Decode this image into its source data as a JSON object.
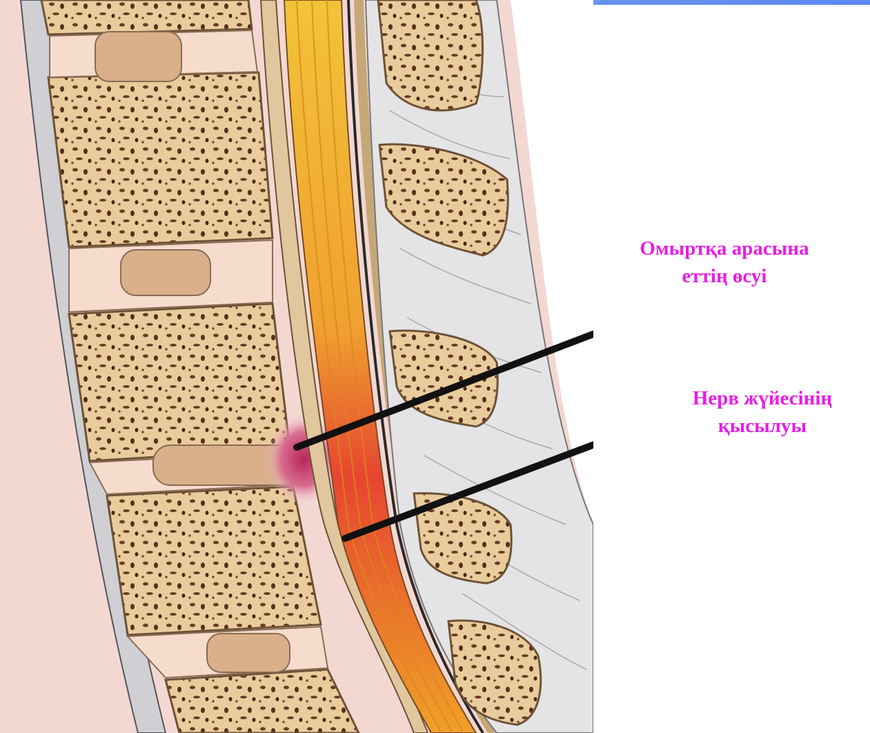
{
  "annotations": [
    {
      "line1": "Омыртқа арасына",
      "line2": "еттің өсуі"
    },
    {
      "line1": "Нерв жүйесінің",
      "line2": "қысылуы"
    }
  ],
  "colors": {
    "label": "#e61ee6",
    "frame": "#3b5fe0",
    "bone": "#e9cc9c",
    "disc": "#f6dccd",
    "spinal_cord": "#f0b428",
    "ligament": "#dcdcdc",
    "background_tissue": "#f3d8d2",
    "pointer": "#111111"
  },
  "icons": [
    "spine-cross-section-illustration"
  ]
}
